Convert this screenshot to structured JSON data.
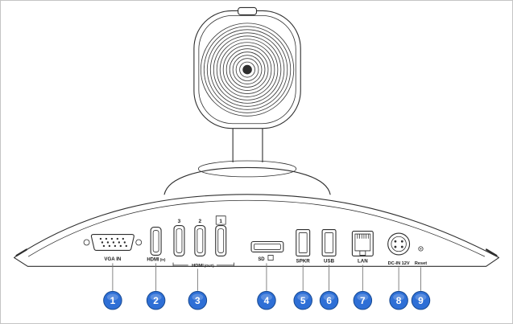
{
  "figure": {
    "callouts": [
      {
        "number": "1",
        "label": "VGA IN"
      },
      {
        "number": "2",
        "label": "HDMI",
        "sublabel": "(in)"
      },
      {
        "number": "3",
        "label": "HDMI",
        "sublabel": "(OUT)",
        "jack_numbers": [
          "3",
          "2",
          "1"
        ]
      },
      {
        "number": "4",
        "label": "SD"
      },
      {
        "number": "5",
        "label": "SPKR"
      },
      {
        "number": "6",
        "label": "USB"
      },
      {
        "number": "7",
        "label": "LAN"
      },
      {
        "number": "8",
        "label": "DC-IN 12V"
      },
      {
        "number": "9",
        "label": "Reset"
      }
    ],
    "colors": {
      "callout": "#2e6fd6",
      "callout_text": "#ffffff",
      "line_art": "#2e2e2e",
      "frame_border": "#c4c4c4"
    }
  }
}
